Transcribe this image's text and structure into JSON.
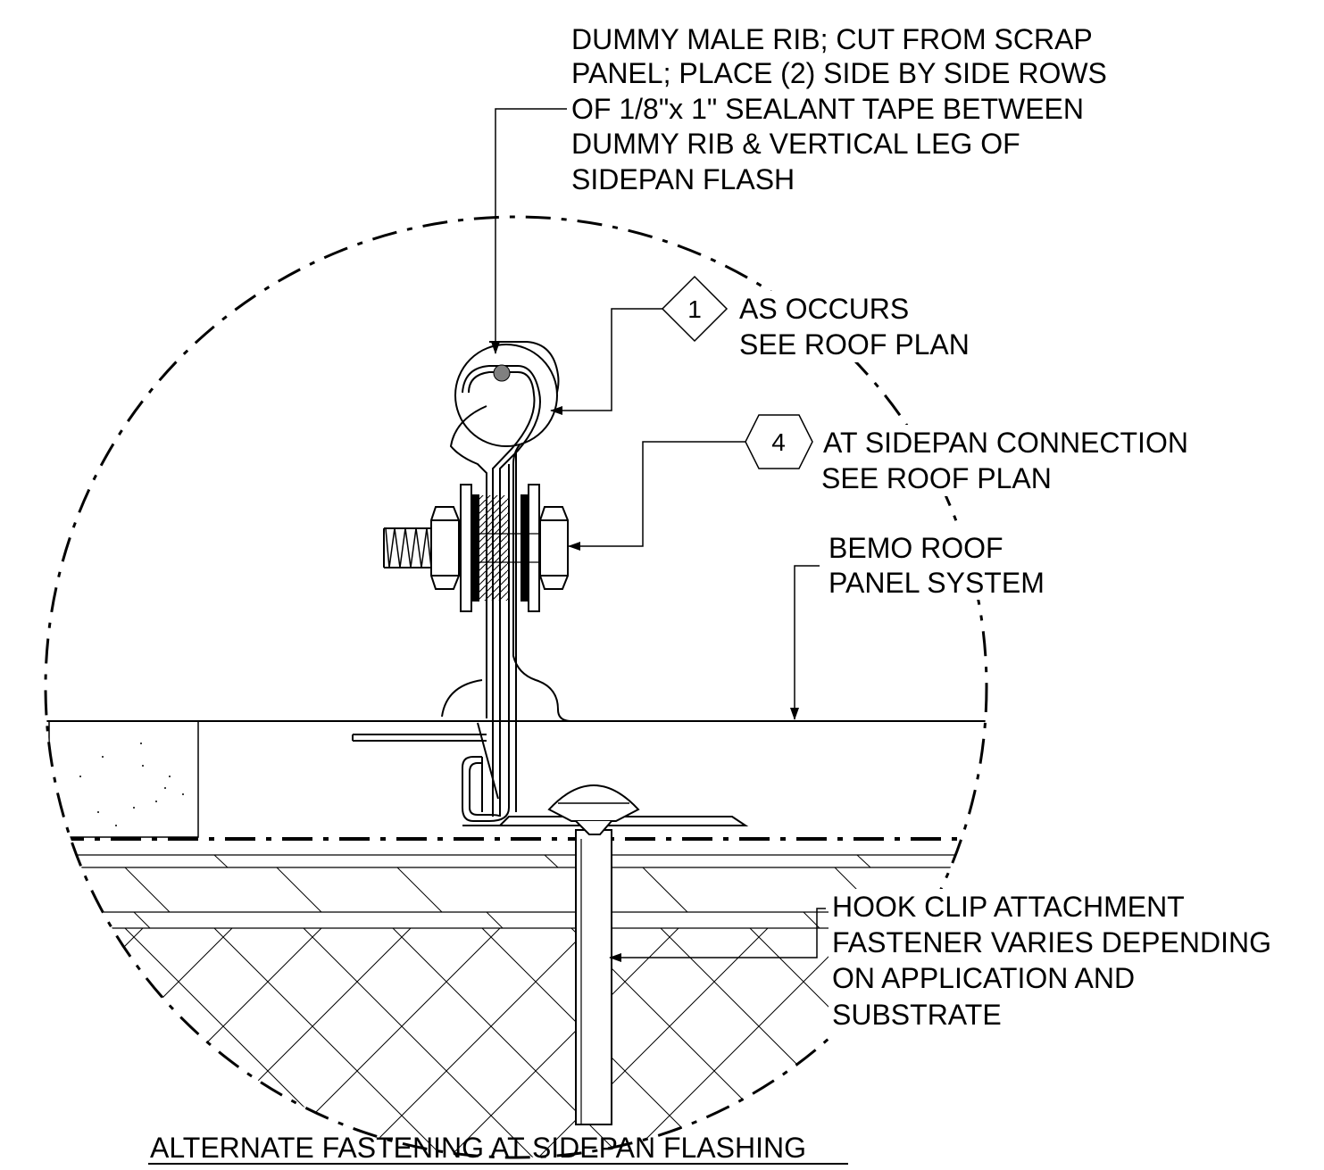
{
  "notes": {
    "dummy_rib": {
      "lines": [
        "DUMMY MALE RIB; CUT FROM SCRAP",
        "PANEL; PLACE (2) SIDE BY SIDE ROWS",
        "OF 1/8\"x 1\" SEALANT TAPE BETWEEN",
        "DUMMY RIB & VERTICAL LEG OF",
        "SIDEPAN FLASH"
      ]
    },
    "as_occurs": {
      "tag": "1",
      "lines": [
        "AS OCCURS",
        "SEE ROOF PLAN"
      ]
    },
    "sidepan_connection": {
      "tag": "4",
      "lines": [
        "AT SIDEPAN CONNECTION",
        "SEE ROOF PLAN"
      ]
    },
    "roof_panel": {
      "lines": [
        "BEMO ROOF",
        "PANEL SYSTEM"
      ]
    },
    "hook_clip": {
      "lines": [
        "HOOK CLIP ATTACHMENT",
        "FASTENER VARIES DEPENDING",
        "ON APPLICATION AND",
        "SUBSTRATE"
      ]
    }
  },
  "title": "ALTERNATE FASTENING AT SIDEPAN FLASHING",
  "colors": {
    "line": "#000000",
    "background": "#ffffff",
    "sealant": "#808080"
  }
}
